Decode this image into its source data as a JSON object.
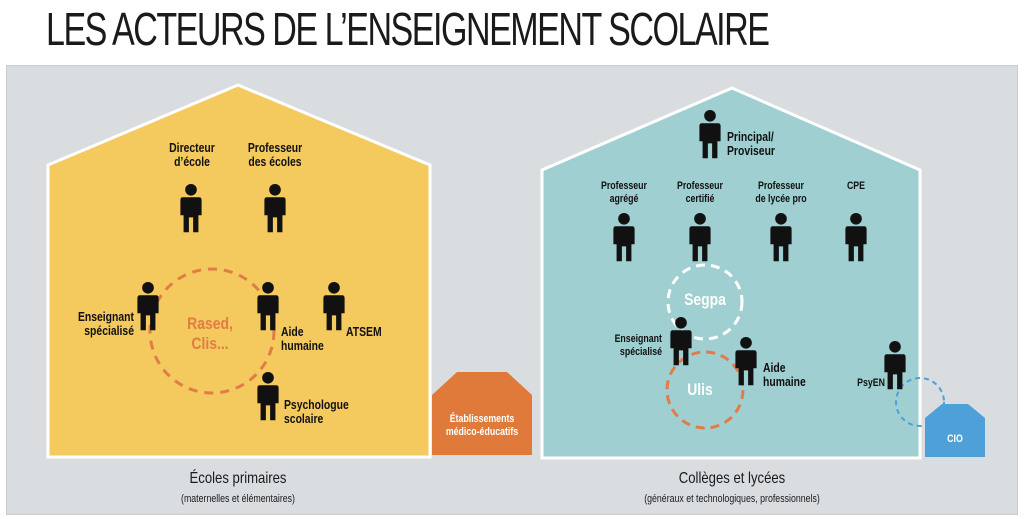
{
  "title": "LES ACTEURS DE L’ENSEIGNEMENT SCOLAIRE",
  "colors": {
    "background_panel": "#d9dde0",
    "primary_house": "#f4c95d",
    "secondary_house": "#9fcfd1",
    "medico_house": "#e07a3b",
    "cio_house": "#4ea1d8",
    "person": "#111111",
    "dashed_orange": "#e27c46",
    "dashed_blue": "#4ea1d8"
  },
  "primary": {
    "caption": "Écoles primaires",
    "subcaption": "(maternelles et élémentaires)",
    "directeur": [
      "Directeur",
      "d’école"
    ],
    "professeur_ecoles": [
      "Professeur",
      "des écoles"
    ],
    "enseignant_specialise": [
      "Enseignant",
      "spécialisé"
    ],
    "rased": [
      "Rased,",
      "Clis..."
    ],
    "aide_humaine": [
      "Aide",
      "humaine"
    ],
    "atsem": "ATSEM",
    "psychologue": [
      "Psychologue",
      "scolaire"
    ]
  },
  "medico": {
    "label": [
      "Établissements",
      "médico-éducatifs"
    ]
  },
  "secondary": {
    "caption": "Collèges et lycées",
    "subcaption": "(généraux et technologiques, professionnels)",
    "principal": [
      "Principal/",
      "Proviseur"
    ],
    "professeur_agrege": [
      "Professeur",
      "agrégé"
    ],
    "professeur_certifie": [
      "Professeur",
      "certifié"
    ],
    "professeur_lycee_pro": [
      "Professeur",
      "de lycée pro"
    ],
    "cpe": "CPE",
    "segpa": "Segpa",
    "enseignant_specialise": [
      "Enseignant",
      "spécialisé"
    ],
    "ulis": "Ulis",
    "aide_humaine": [
      "Aide",
      "humaine"
    ],
    "psyen": "PsyEN"
  },
  "cio": {
    "label": "CIO"
  }
}
